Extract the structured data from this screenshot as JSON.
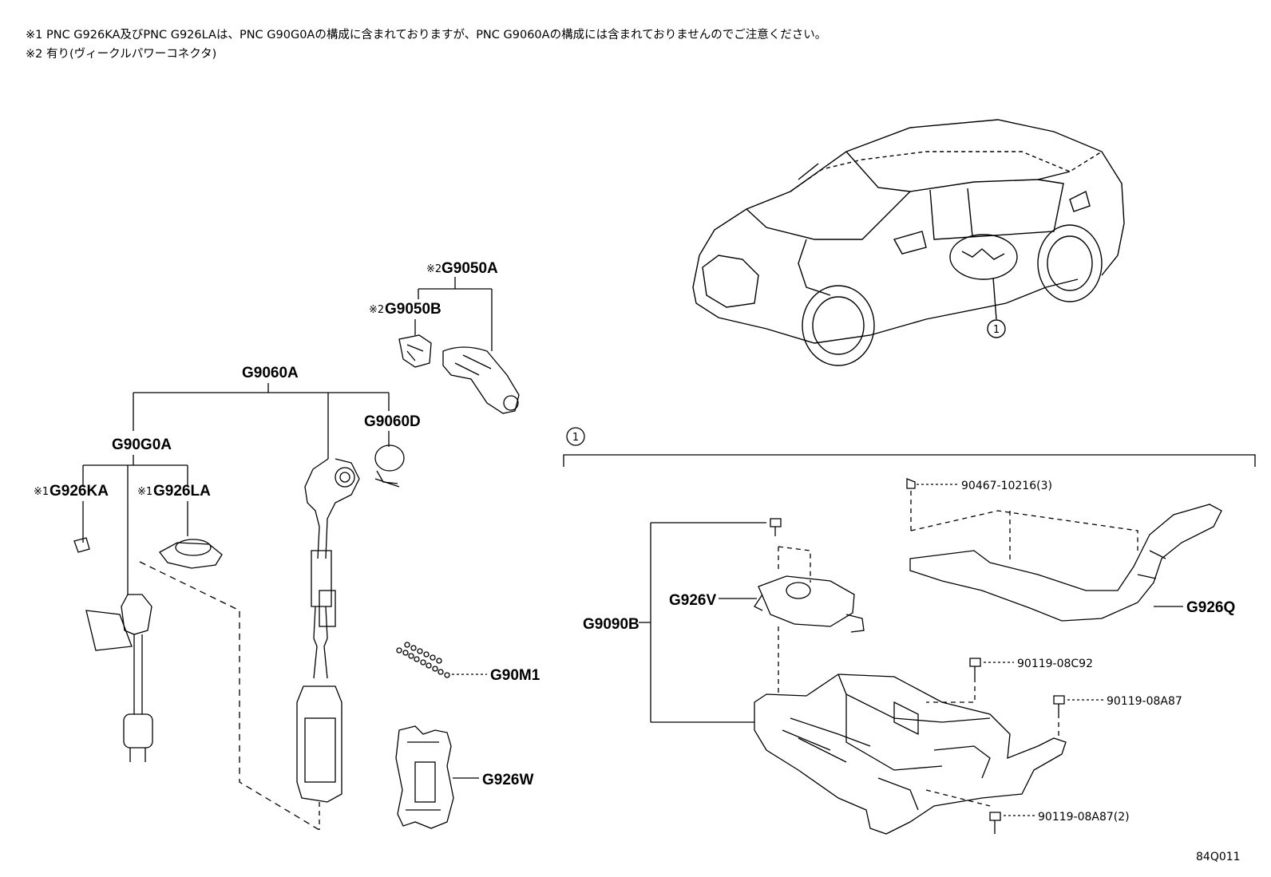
{
  "notes": {
    "note1": "※1 PNC G926KA及びPNC G926LAは、PNC G90G0Aの構成に含まれておりますが、PNC G9060Aの構成には含まれておりませんのでご注意ください。",
    "note2": "※2 有り(ヴィークルパワーコネクタ)"
  },
  "labels": {
    "g9050a": "G9050A",
    "g9050b": "G9050B",
    "g9060a": "G9060A",
    "g9060d": "G9060D",
    "g90g0a": "G90G0A",
    "g926ka": "G926KA",
    "g926la": "G926LA",
    "g90m1": "G90M1",
    "g926w": "G926W",
    "g9090b": "G9090B",
    "g926v": "G926V",
    "g926q": "G926Q",
    "p90467": "90467-10216(3)",
    "p90119c92": "90119-08C92",
    "p90119a87": "90119-08A87",
    "p90119a87x2": "90119-08A87(2)"
  },
  "marks": {
    "ref2": "※2",
    "ref1": "※1",
    "callout": "1"
  },
  "code": "84Q011"
}
